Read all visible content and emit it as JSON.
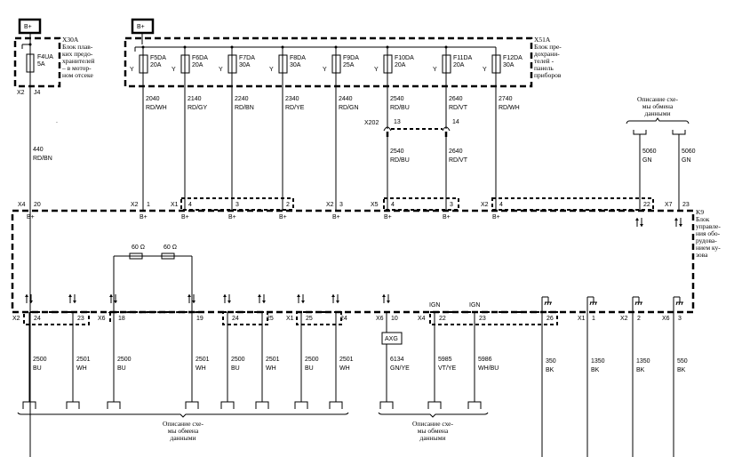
{
  "power_label": "B+",
  "fuse_block_engine": {
    "id": "X30A",
    "desc": [
      "Блок плав-",
      "ких предо-",
      "хранителей",
      "– в мотор-",
      "ном отсеке"
    ],
    "fuse": "F4UA",
    "rating": "5A",
    "conn": "X2",
    "pin": "J4",
    "wire": "440",
    "color": "RD/BN"
  },
  "fuse_block_panel": {
    "id": "X51A",
    "desc": [
      "Блок пре-",
      "дохрани-",
      "телей -",
      "панель",
      "приборов"
    ],
    "fuses": [
      {
        "name": "F5DA",
        "rating": "20A",
        "wire": "2040",
        "color": "RD/WH"
      },
      {
        "name": "F6DA",
        "rating": "20A",
        "wire": "2140",
        "color": "RD/GY"
      },
      {
        "name": "F7DA",
        "rating": "30A",
        "wire": "2240",
        "color": "RD/BN"
      },
      {
        "name": "F8DA",
        "rating": "30A",
        "wire": "2340",
        "color": "RD/YE"
      },
      {
        "name": "F9DA",
        "rating": "25A",
        "wire": "2440",
        "color": "RD/GN"
      },
      {
        "name": "F10DA",
        "rating": "20A",
        "wire": "2540",
        "color": "RD/BU"
      },
      {
        "name": "F11DA",
        "rating": "20A",
        "wire": "2640",
        "color": "RD/VT"
      },
      {
        "name": "F12DA",
        "rating": "30A",
        "wire": "2740",
        "color": "RD/WH"
      }
    ],
    "fuse_marker": "Y"
  },
  "inline_connector": {
    "id": "X202",
    "pins": [
      "13",
      "14"
    ],
    "wires": [
      {
        "wire": "2540",
        "color": "RD/BU"
      },
      {
        "wire": "2640",
        "color": "RD/VT"
      }
    ]
  },
  "data_top": {
    "desc": [
      "Описание схе-",
      "мы обмена",
      "данными"
    ],
    "wires": [
      {
        "wire": "5060",
        "color": "GN"
      },
      {
        "wire": "5060",
        "color": "GN"
      }
    ]
  },
  "module": {
    "id": "K9",
    "desc": [
      "Блок",
      "управле-",
      "ния обо-",
      "рудова-",
      "нием ку-",
      "зова"
    ],
    "top_pins": [
      {
        "conn": "X4",
        "pin": "20",
        "sig": "B+"
      },
      {
        "conn": "X2",
        "pin": "1",
        "sig": "B+"
      },
      {
        "conn": "X1",
        "pin": "4",
        "sig": "B+"
      },
      {
        "conn": "",
        "pin": "3",
        "sig": "B+"
      },
      {
        "conn": "",
        "pin": "2",
        "sig": "B+"
      },
      {
        "conn": "X2",
        "pin": "3",
        "sig": "B+"
      },
      {
        "conn": "X5",
        "pin": "4",
        "sig": "B+"
      },
      {
        "conn": "",
        "pin": "3",
        "sig": "B+"
      },
      {
        "conn": "X2",
        "pin": "4",
        "sig": "B+"
      },
      {
        "conn": "",
        "pin": "22",
        "sig": ""
      },
      {
        "conn": "X7",
        "pin": "23",
        "sig": ""
      }
    ],
    "resistors": [
      "60 Ω",
      "60 Ω"
    ],
    "bottom_pins": [
      {
        "conn": "X2",
        "pin": "24",
        "wire": "2500",
        "color": "BU"
      },
      {
        "conn": "",
        "pin": "23",
        "wire": "2501",
        "color": "WH"
      },
      {
        "conn": "X6",
        "pin": "18",
        "wire": "2500",
        "color": "BU"
      },
      {
        "conn": "",
        "pin": "19",
        "wire": "2501",
        "color": "WH"
      },
      {
        "conn": "",
        "pin": "24",
        "wire": "2500",
        "color": "BU"
      },
      {
        "conn": "",
        "pin": "25",
        "wire": "2501",
        "color": "WH"
      },
      {
        "conn": "X1",
        "pin": "25",
        "wire": "2500",
        "color": "BU"
      },
      {
        "conn": "",
        "pin": "24",
        "wire": "2501",
        "color": "WH"
      },
      {
        "conn": "X6",
        "pin": "10",
        "wire": "6134",
        "color": "GN/YE"
      },
      {
        "conn": "X4",
        "pin": "22",
        "wire": "5985",
        "color": "VT/YE",
        "sig": "IGN"
      },
      {
        "conn": "",
        "pin": "23",
        "wire": "5986",
        "color": "WH/BU",
        "sig": "IGN"
      },
      {
        "conn": "",
        "pin": "26",
        "wire": "350",
        "color": "BK"
      },
      {
        "conn": "X1",
        "pin": "1",
        "wire": "1350",
        "color": "BK"
      },
      {
        "conn": "X2",
        "pin": "2",
        "wire": "1350",
        "color": "BK"
      },
      {
        "conn": "X6",
        "pin": "3",
        "wire": "550",
        "color": "BK"
      }
    ]
  },
  "axg_label": "AXG",
  "data_bottom_left": [
    "Описание схе-",
    "мы обмена",
    "данными"
  ],
  "data_bottom_mid": [
    "Описание схе-",
    "мы обмена",
    "данными"
  ]
}
